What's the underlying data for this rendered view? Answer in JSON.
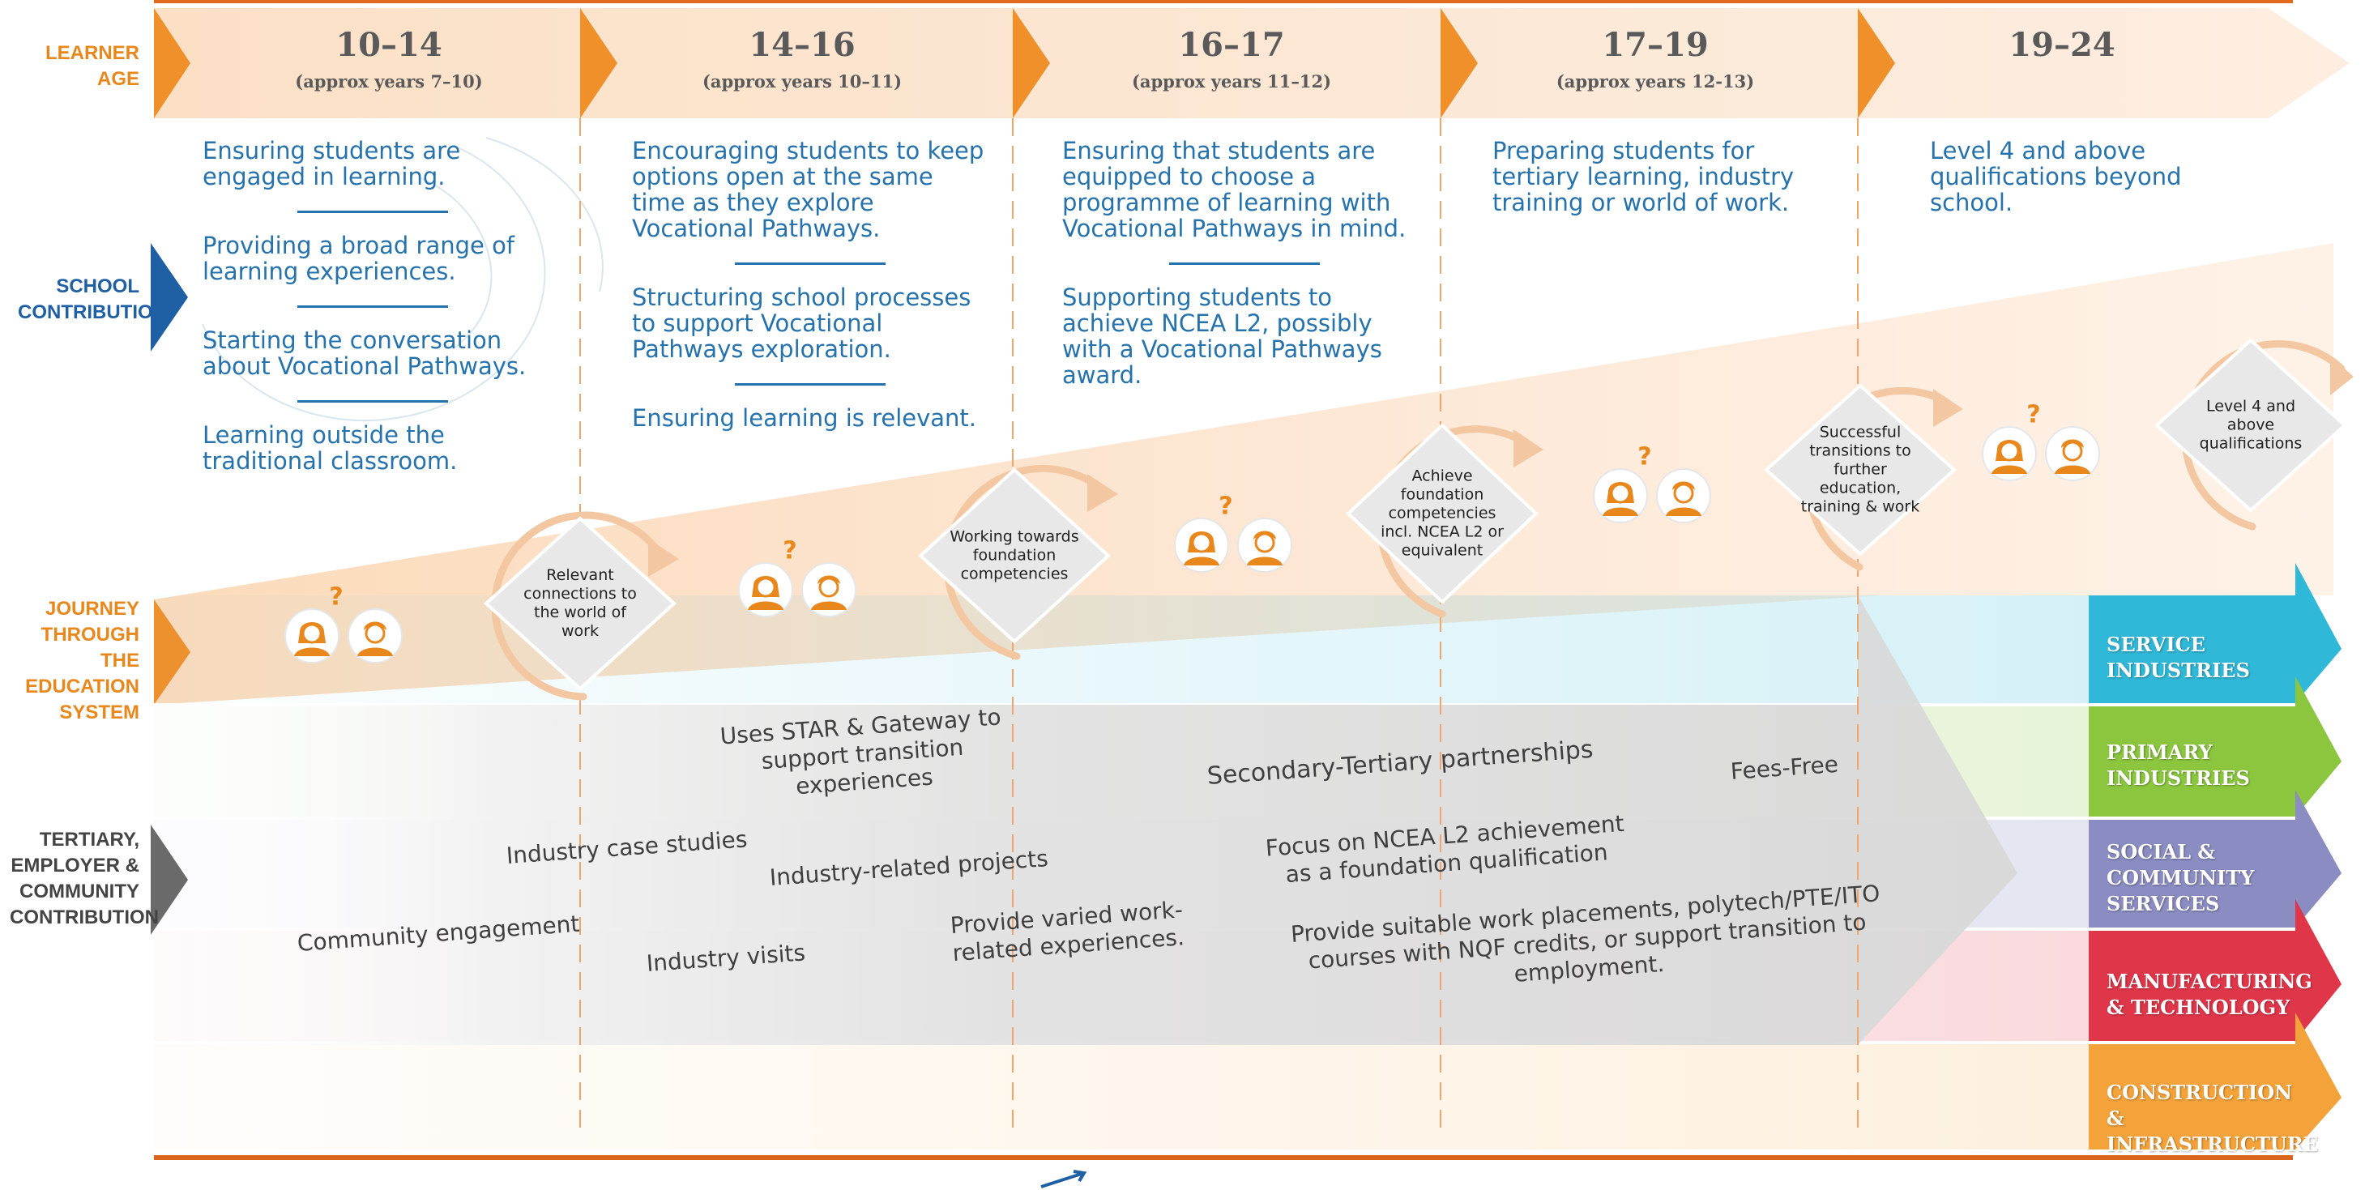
{
  "row_labels": {
    "learner_age": "LEARNER AGE",
    "school_contribution": "SCHOOL CONTRIBUTION",
    "journey": "JOURNEY THROUGH THE EDUCATION SYSTEM",
    "tertiary": "TERTIARY, EMPLOYER & COMMUNITY CONTRIBUTION"
  },
  "age_columns": [
    {
      "range": "10–14",
      "sub": "(approx years 7–10)"
    },
    {
      "range": "14–16",
      "sub": "(approx years 10–11)"
    },
    {
      "range": "16–17",
      "sub": "(approx years 11–12)"
    },
    {
      "range": "17–19",
      "sub": "(approx years 12-13)"
    },
    {
      "range": "19–24",
      "sub": ""
    }
  ],
  "school_contribution": {
    "col1": [
      "Ensuring students are engaged in learning.",
      "Providing a broad range of learning experiences.",
      "Starting the conversation about Vocational Pathways.",
      "Learning outside the traditional classroom."
    ],
    "col2": [
      "Encouraging students to keep options open at the same time as they explore Vocational Pathways.",
      "Structuring school processes to support Vocational Pathways exploration.",
      "Ensuring learning is relevant."
    ],
    "col3": [
      "Ensuring that students are equipped to choose a programme of learning with Vocational Pathways in mind.",
      "Supporting students to achieve NCEA L2, possibly with a Vocational Pathways award."
    ],
    "col4": [
      "Preparing students for tertiary learning, industry training or world of work."
    ],
    "col5": [
      "Level 4 and above qualifications beyond school."
    ]
  },
  "journey_milestones": [
    "Relevant connections to the world of work",
    "Working towards foundation competencies",
    "Achieve foundation competencies incl. NCEA L2 or equivalent",
    "Successful transitions to further education, training & work",
    "Level 4 and above qualifications"
  ],
  "question_mark": "?",
  "tertiary_items": {
    "star_gateway": "Uses STAR & Gateway to support transition experiences",
    "sec_tertiary": "Secondary-Tertiary partnerships",
    "fees_free": "Fees-Free",
    "case_studies": "Industry case studies",
    "related_projects": "Industry-related projects",
    "ncea_focus": "Focus on NCEA L2 achievement as a foundation qualification",
    "community": "Community engagement",
    "visits": "Industry visits",
    "varied": "Provide varied work-related experiences.",
    "placements": "Provide suitable work placements, polytech/PTE/ITO courses with NQF credits, or support transition to employment."
  },
  "vocational_pathways": [
    {
      "label": "SERVICE INDUSTRIES",
      "color": "#2fb8d8"
    },
    {
      "label": "PRIMARY INDUSTRIES",
      "color": "#8cc63f"
    },
    {
      "label": "SOCIAL & COMMUNITY SERVICES",
      "color": "#8b8cc2"
    },
    {
      "label": "MANUFACTURING & TECHNOLOGY",
      "color": "#e0364a"
    },
    {
      "label": "CONSTRUCTION & INFRASTRUCTURE",
      "color": "#f4a33a"
    }
  ],
  "colors": {
    "orange": "#e8871c",
    "blue": "#1f5fa3",
    "grey": "#555555"
  }
}
